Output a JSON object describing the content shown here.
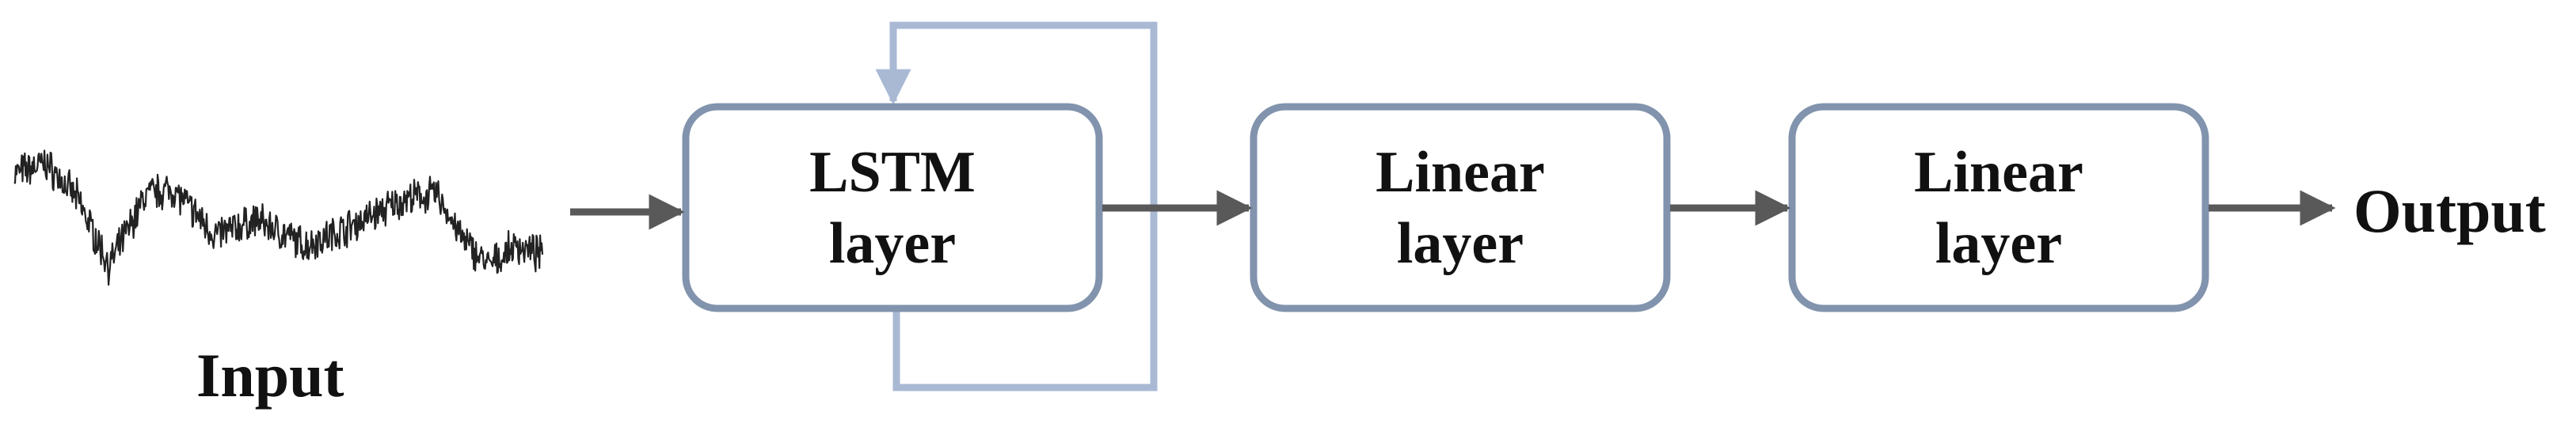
{
  "input_label": "Input",
  "output_label": "Output",
  "blocks": [
    {
      "id": "lstm",
      "line1": "LSTM",
      "line2": "layer"
    },
    {
      "id": "linear1",
      "line1": "Linear",
      "line2": "layer"
    },
    {
      "id": "linear2",
      "line1": "Linear",
      "line2": "layer"
    }
  ],
  "colors": {
    "block_border": "#8193ad",
    "arrow": "#595959",
    "recurrent_loop": "#a9b9d4",
    "signal": "#222222",
    "text": "#111111"
  },
  "icons": {
    "input_signal": "noisy-time-series-waveform-icon"
  }
}
